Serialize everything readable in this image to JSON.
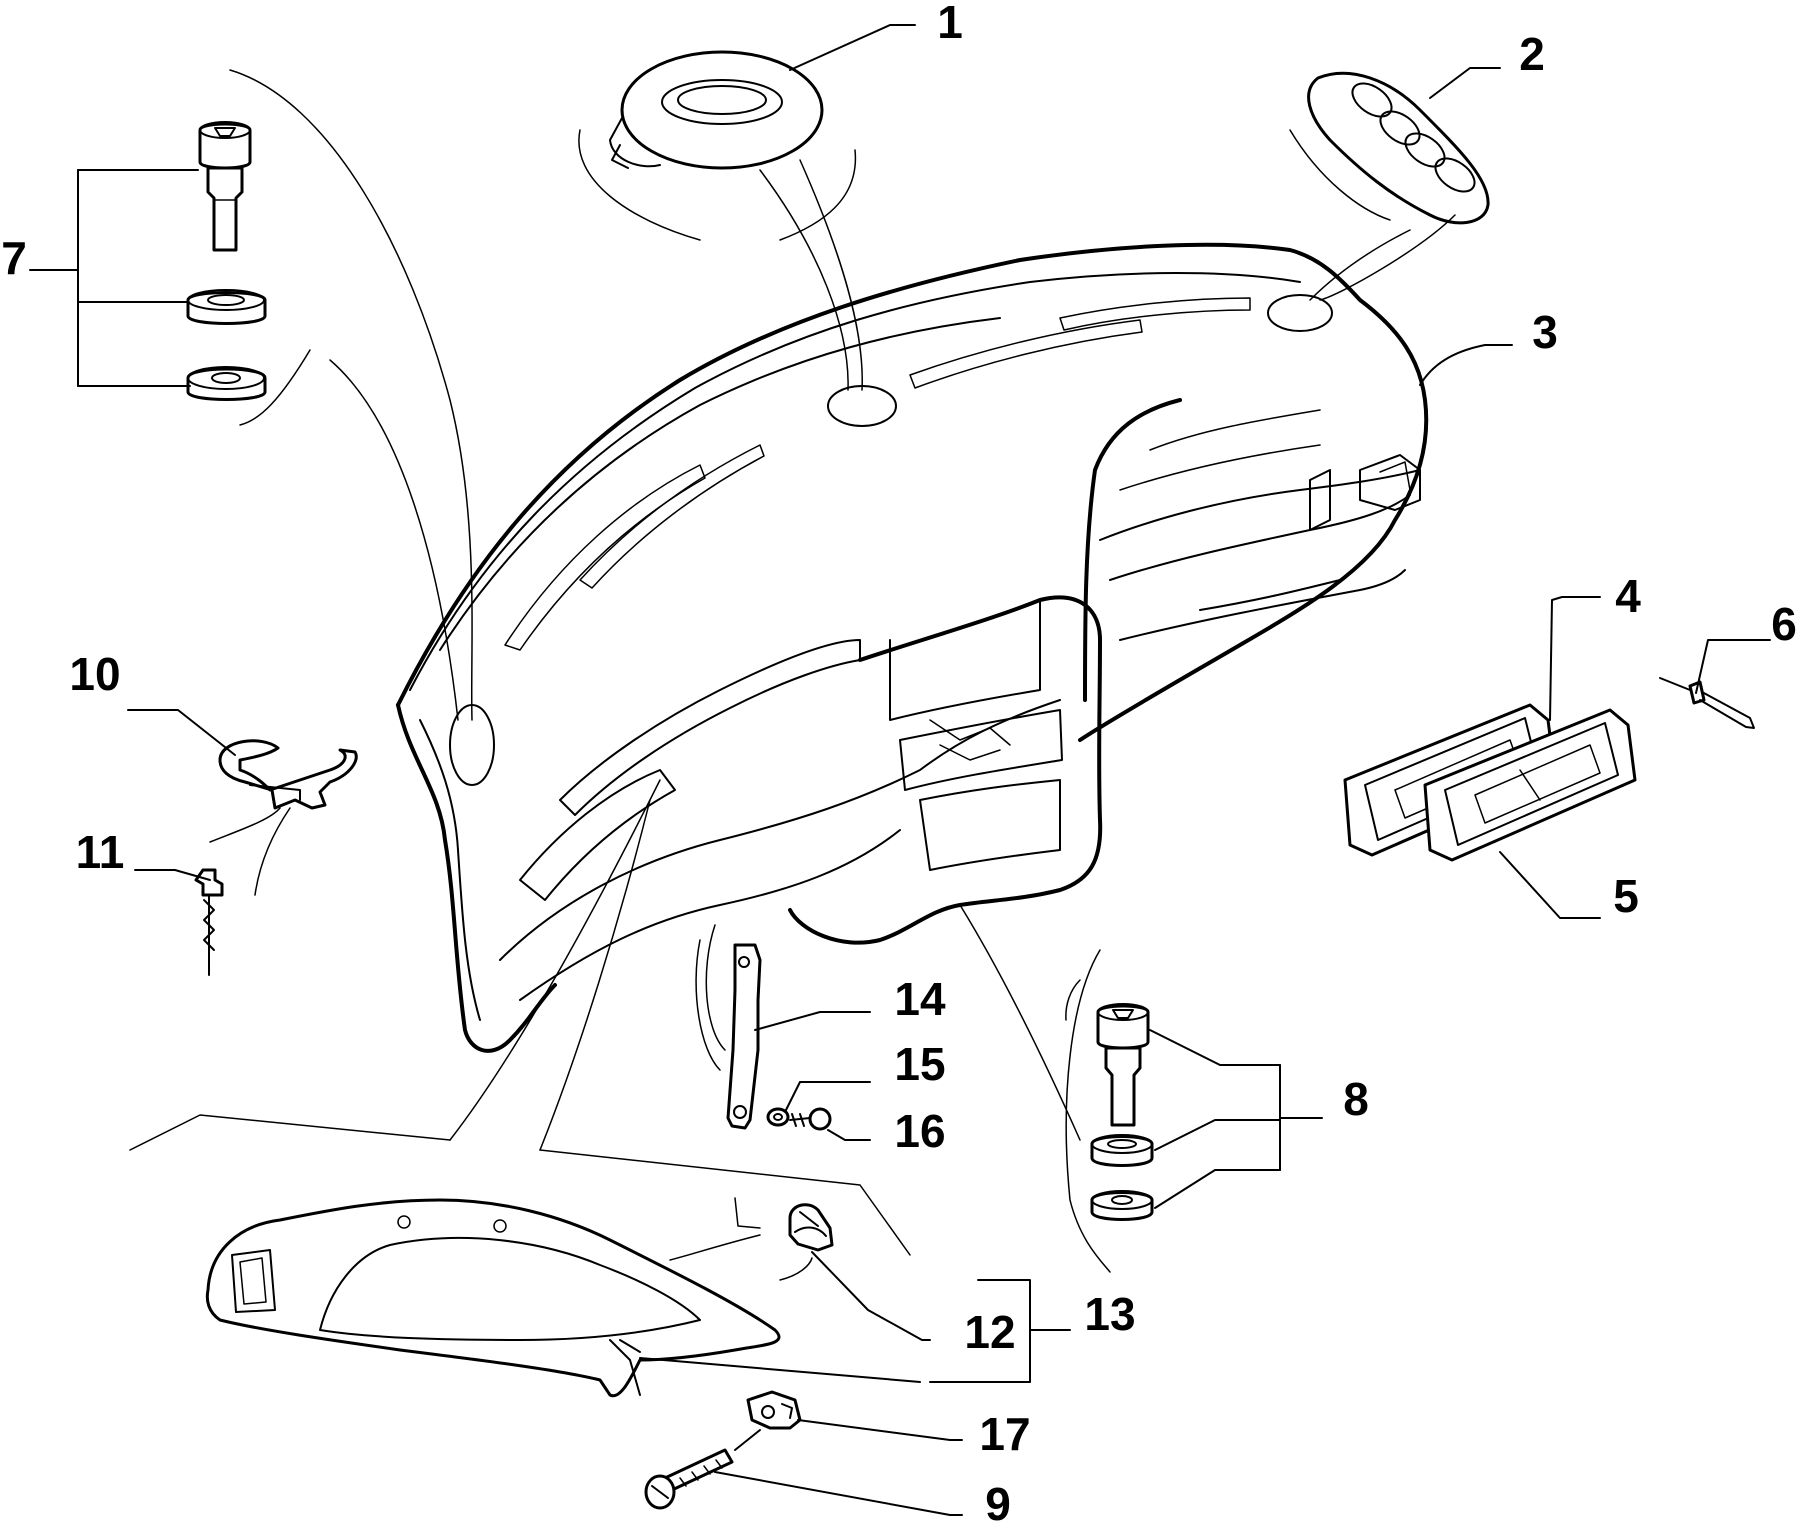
{
  "labels": {
    "p1": "1",
    "p2": "2",
    "p3": "3",
    "p4": "4",
    "p5": "5",
    "p6": "6",
    "p7": "7",
    "p8": "8",
    "p9": "9",
    "p10": "10",
    "p11": "11",
    "p12": "12",
    "p13": "13",
    "p14": "14",
    "p15": "15",
    "p16": "16",
    "p17": "17"
  }
}
